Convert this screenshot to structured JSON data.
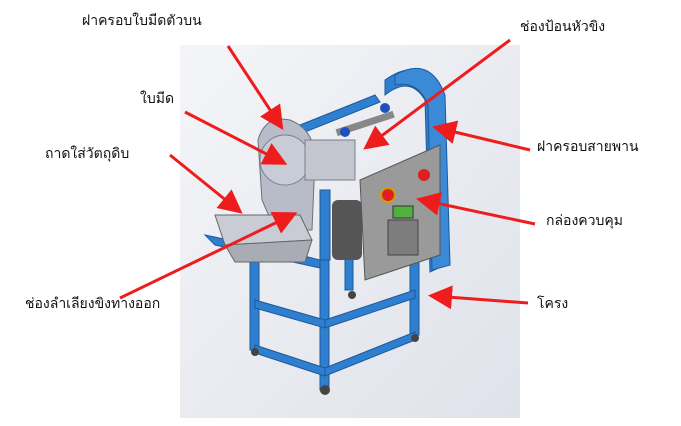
{
  "labels": {
    "upper_blade_cover": "ฝาครอบใบมีดตัวบน",
    "blade": "ใบมีด",
    "raw_material_tray": "ถาดใส่วัตถุดิบ",
    "output_chute": "ช่องลำเลียงขิงทางออก",
    "ginger_feed_inlet": "ช่องป้อนหัวขิง",
    "belt_cover": "ฝาครอบสายพาน",
    "control_box": "กล่องควบคุม",
    "frame": "โครง"
  },
  "colors": {
    "arrow": "#ee1c1c",
    "frame": "#2f7fd0",
    "box": "#9a9a9a"
  }
}
